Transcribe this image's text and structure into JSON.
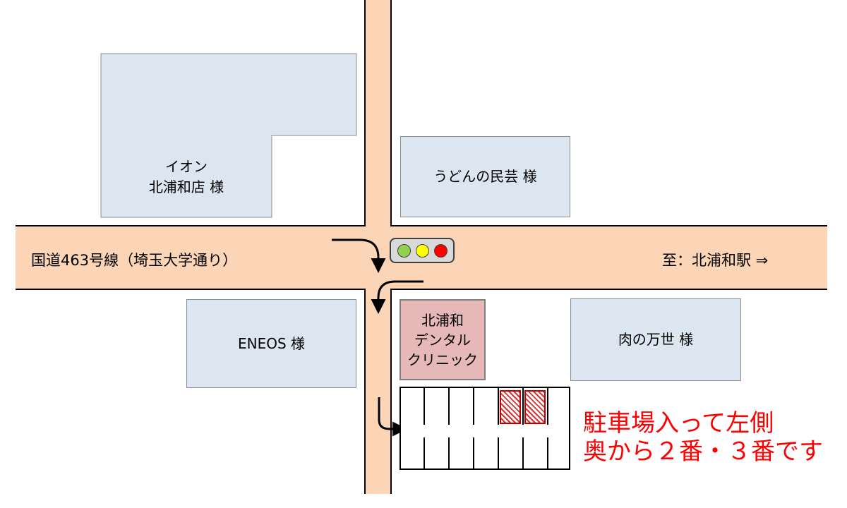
{
  "map": {
    "road_label_main": "国道463号線（埼玉大学通り）",
    "road_label_direction": "至：北浦和駅 ⇒",
    "buildings": {
      "aeon": {
        "line1": "イオン",
        "line2": "北浦和店 様"
      },
      "udon": {
        "label": "うどんの民芸 様"
      },
      "eneos": {
        "label": "ENEOS 様"
      },
      "niku": {
        "label": "肉の万世 様"
      }
    },
    "clinic": {
      "line1": "北浦和",
      "line2": "デンタル",
      "line3": "クリニック"
    },
    "parking_note": {
      "line1": "駐車場入って左側",
      "line2": "奥から２番・３番です"
    },
    "colors": {
      "road": "#fbd5b5",
      "building": "#dce6f1",
      "clinic": "#e6b9b8",
      "note": "#ff0000",
      "light_green": "#92d050",
      "light_yellow": "#ffff00",
      "light_red": "#ff0000"
    },
    "parking_reserved_spots_from_back": [
      2,
      3
    ]
  }
}
